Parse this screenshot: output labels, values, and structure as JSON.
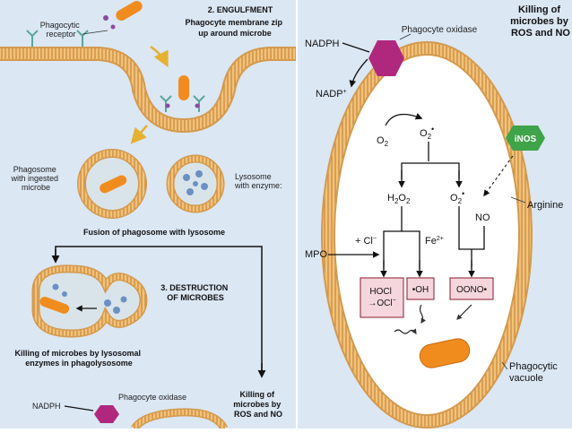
{
  "left_panel": {
    "phagocytic_receptor": [
      "Phagocytic",
      "receptor"
    ],
    "step2_title": "2. ENGULFMENT",
    "step2_desc": [
      "Phagocyte membrane zip",
      "up around microbe"
    ],
    "phagosome_label": [
      "Phagosome",
      "with ingested",
      "microbe"
    ],
    "lysosome_label": [
      "Lysosome",
      "with enzyme:"
    ],
    "fusion_label": "Fusion of phagosome with lysosome",
    "step3_title": [
      "3. DESTRUCTION",
      "OF MICROBES"
    ],
    "killing_lysosomal": [
      "Killing of microbes by lysosomal",
      "enzymes in phagolysosome"
    ],
    "bottom_nadph": "NADPH",
    "bottom_oxidase": "Phagocyte oxidase",
    "bottom_killing": [
      "Killing of",
      "microbes by",
      "ROS and NO"
    ]
  },
  "right_panel": {
    "nadph": "NADPH",
    "nadp": "NADP",
    "nadp_sup": "+",
    "phagocyte_oxidase": "Phagocyte oxidase",
    "killing_title": [
      "Killing of",
      "microbes by",
      "ROS and NO"
    ],
    "inos": "iNOS",
    "arginine": "Arginine",
    "o2": "O",
    "o2_sub": "2",
    "superoxide": "O",
    "superoxide_sub": "2",
    "superoxide_sup": "•",
    "h2o2": "H",
    "h2o2_sub1": "2",
    "h2o2_mid": "O",
    "h2o2_sub2": "2",
    "superoxide2": "O",
    "superoxide2_sub": "2",
    "superoxide2_sup": "•",
    "no": "NO",
    "chloride": "+ Cl",
    "chloride_sup": "−",
    "fe": "Fe",
    "fe_sup": "2+",
    "mpo": "MPO",
    "box_hocl": [
      "HOCl",
      "→OCl"
    ],
    "box_hocl_sup": "−",
    "box_oh": "•OH",
    "box_oono": "OONO•",
    "vacuole_label": [
      "Phagocytic",
      "vacuole"
    ]
  },
  "colors": {
    "background_blue": "#dbe7f3",
    "membrane_outer": "#e8a85a",
    "membrane_inner": "#d9e4ea",
    "microbe": "#f08c1e",
    "oxidase": "#b0287e",
    "inos": "#3ea349",
    "box_fill": "#f5d6dd",
    "box_stroke": "#8a1a2a"
  }
}
